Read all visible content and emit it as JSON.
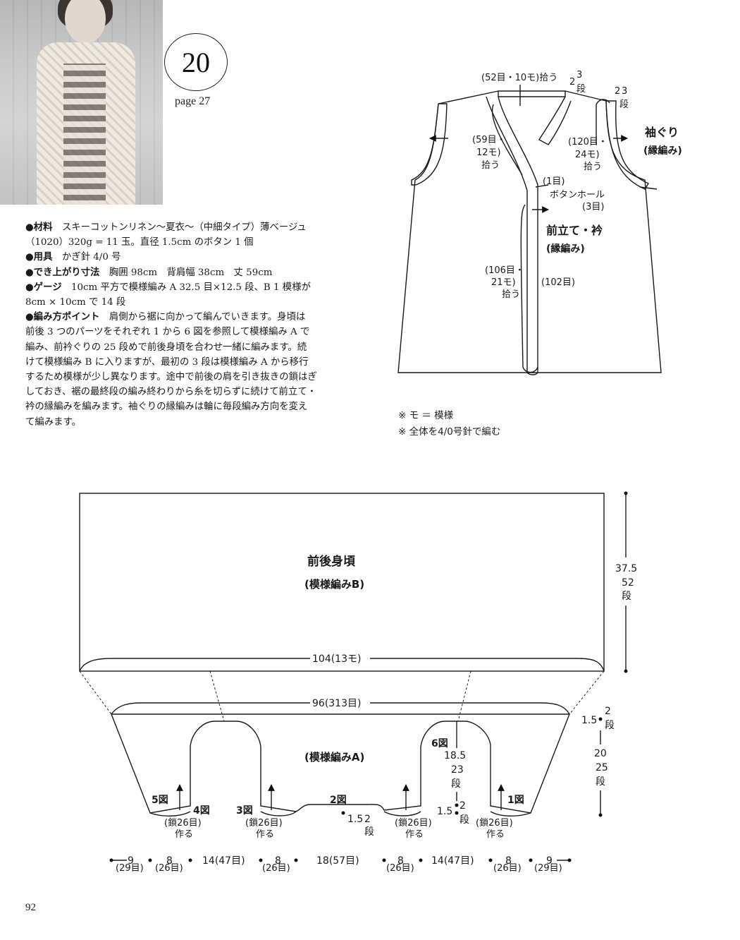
{
  "pattern": {
    "number": "20",
    "page_ref": "page 27",
    "page_number": "92"
  },
  "info": {
    "materials_label": "●材料",
    "materials_text": "スキーコットンリネン〜夏衣〜（中細タイプ）薄ベージュ",
    "materials_text2": "（1020）320g = 11 玉。直径 1.5cm のボタン 1 個",
    "tools_label": "●用具",
    "tools_text": "かぎ針 4/0 号",
    "size_label": "●でき上がり寸法",
    "size_text": "胸囲 98cm　背肩幅 38cm　丈 59cm",
    "gauge_label": "●ゲージ",
    "gauge_text": "10cm 平方で模様編み A 32.5 目×12.5 段、B 1 模様が",
    "gauge_text2": "8cm × 10cm で 14 段",
    "point_label": "●編み方ポイント",
    "point_lines": [
      "肩側から裾に向かって編んでいきます。身頃は",
      "前後 3 つのパーツをそれぞれ 1 から 6 図を参照して模様編み A で",
      "編み、前衿ぐりの 25 段めで前後身頃を合わせ一緒に編みます。続",
      "けて模様編み B に入りますが、最初の 3 段は模様編み A から移行",
      "するため模様が少し異なります。途中で前後の肩を引き抜きの鎖はぎ",
      "しておき、裾の最終段の編み終わりから糸を切らずに続けて前立て・",
      "衿の縁編みを編みます。袖ぐりの縁編みは輪に毎段編み方向を変え",
      "て編みます。"
    ]
  },
  "notes": [
    "※ モ ＝ 模様",
    "※ 全体を4/0号針で編む"
  ],
  "top_diagram": {
    "neck_pickup": "(52目・10モ)拾う",
    "neck_rows_a": "2",
    "neck_rows_b": "3",
    "neck_rows_c": "段",
    "arm_rows_a": "2",
    "arm_rows_b": "3",
    "arm_rows_c": "段",
    "front_pick_1": "(59目・",
    "front_pick_2": "12モ)",
    "front_pick_3": "拾う",
    "arm_pick_1": "(120目・",
    "arm_pick_2": "24モ)",
    "arm_pick_3": "拾う",
    "sleeve_title": "袖ぐり",
    "sleeve_sub": "(縁編み)",
    "button_1": "(1目)",
    "button_2": "ボタンホール",
    "button_3": "(3目)",
    "band_title": "前立て・衿",
    "band_sub": "(縁編み)",
    "hem_pick_1": "(106目・",
    "hem_pick_2": "21モ)",
    "hem_pick_3": "拾う",
    "band_count": "(102目)"
  },
  "bottom_diagram": {
    "body_title": "前後身頃",
    "body_sub": "(模様編みB)",
    "height_b": "37.5",
    "height_b_rows_1": "52",
    "height_b_rows_2": "段",
    "width_b": "104(13モ)",
    "width_a": "96(313目)",
    "pattern_a": "(模様編みA)",
    "top_rows_num": "1.5",
    "top_rows_a": "2",
    "top_rows_b": "段",
    "height_a": "20",
    "height_a_rows_1": "25",
    "height_a_rows_2": "段",
    "fig1": "1図",
    "fig2": "2図",
    "fig3": "3図",
    "fig4": "4図",
    "fig5": "5図",
    "fig6": "6図",
    "fig6_h": "18.5",
    "fig6_rows_1": "23",
    "fig6_rows_2": "段",
    "side_rows_num": "1.5",
    "side_rows_a": "2",
    "side_rows_b": "段",
    "center_rows_num": "1.5",
    "center_rows_a": "2",
    "center_rows_b": "段",
    "chain_1": "(鎖26目)",
    "chain_2": "作る",
    "widths": [
      "9",
      "8",
      "14(47目)",
      "8",
      "18(57目)",
      "8",
      "14(47目)",
      "8",
      "9"
    ],
    "width_counts": [
      "(29目)",
      "(26目)",
      "(26目)",
      "(26目)",
      "(26目)",
      "(29目)"
    ]
  }
}
